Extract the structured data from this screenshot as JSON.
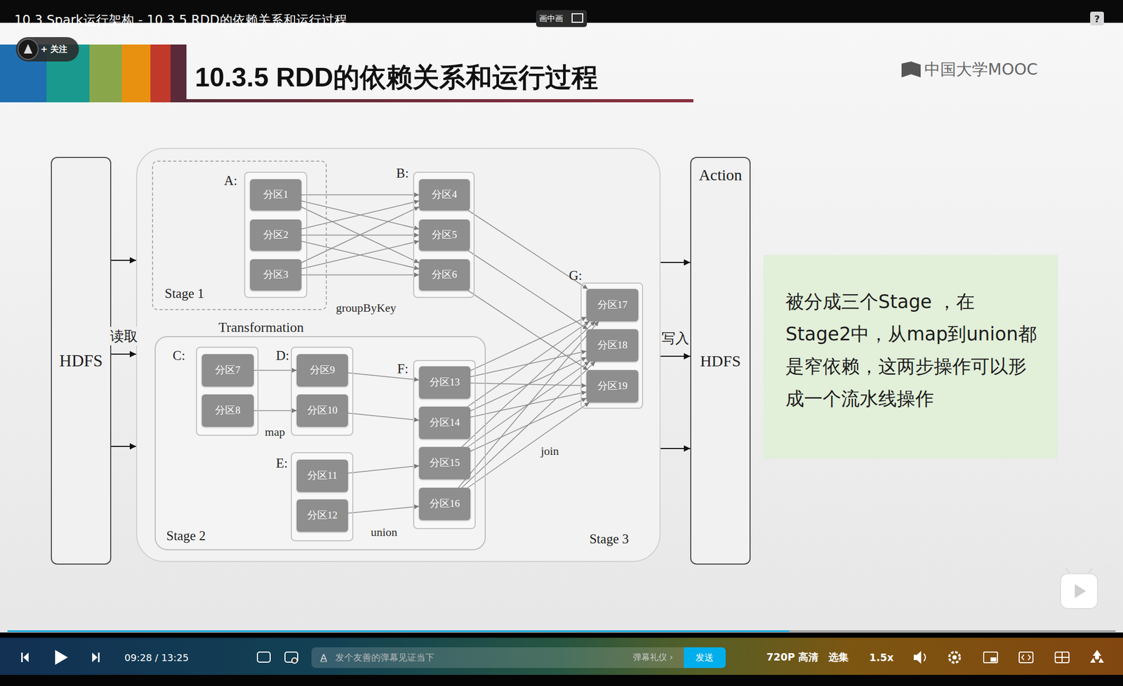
{
  "diagram": {
    "title": "10.3.5 RDD的依赖关系和运行过程",
    "nodes": [
      {
        "text": [
          "HDFS"
        ]
      },
      {
        "text": [
          "Stage 3"
        ]
      },
      {
        "text": [
          "Stage 1"
        ],
        "in": 1
      },
      {
        "text": [
          "A:"
        ],
        "in": 2
      },
      {
        "text": [
          "分区1"
        ],
        "in": 3
      },
      {
        "text": [
          "分区2"
        ],
        "in": 3
      },
      {
        "text": [
          "分区3"
        ],
        "in": 3
      },
      {
        "text": [
          "B:"
        ],
        "in": 1
      },
      {
        "text": [
          "分区4"
        ],
        "in": 7
      },
      {
        "text": [
          "分区5"
        ],
        "in": 7
      },
      {
        "text": [
          "分区6"
        ],
        "in": 7
      },
      {
        "text": [
          "Stage 2"
        ],
        "in": 1
      },
      {
        "text": [
          "C:"
        ],
        "in": 11
      },
      {
        "text": [
          "分区7"
        ],
        "in": 12
      },
      {
        "text": [
          "分区8"
        ],
        "in": 12
      },
      {
        "text": [
          "D:"
        ],
        "in": 11
      },
      {
        "text": [
          "分区9"
        ],
        "in": 15
      },
      {
        "text": [
          "分区10"
        ],
        "in": 15
      },
      {
        "text": [
          "E:"
        ],
        "in": 11
      },
      {
        "text": [
          "分区11"
        ],
        "in": 18
      },
      {
        "text": [
          "分区12"
        ],
        "in": 18
      },
      {
        "text": [
          "F:"
        ],
        "in": 11
      },
      {
        "text": [
          "分区13"
        ],
        "in": 21
      },
      {
        "text": [
          "分区14"
        ],
        "in": 21
      },
      {
        "text": [
          "分区15"
        ],
        "in": 21
      },
      {
        "text": [
          "分区16"
        ],
        "in": 21
      },
      {
        "text": [
          "G:"
        ],
        "in": 1
      },
      {
        "text": [
          "分区17"
        ],
        "in": 26
      },
      {
        "text": [
          "分区18"
        ],
        "in": 26
      },
      {
        "text": [
          "分区19"
        ],
        "in": 26
      },
      {
        "text": [
          "Action",
          "HDFS"
        ]
      },
      {
        "text": [
          "被分成三个Stage ，在Stage2中，从map到union都是窄依赖，这两步操作可以形成一个流水线操作"
        ]
      }
    ],
    "edges": [
      {
        "from": 0,
        "to": 1,
        "arrow": "to"
      },
      {
        "from": 0,
        "to": 1,
        "arrow": "to",
        "label": "读取"
      },
      {
        "from": 0,
        "to": 1,
        "arrow": "to"
      },
      {
        "from": 4,
        "to": 8,
        "arrow": "to"
      },
      {
        "from": 4,
        "to": 9,
        "arrow": "to"
      },
      {
        "from": 4,
        "to": 10,
        "arrow": "to"
      },
      {
        "from": 5,
        "to": 8,
        "arrow": "to"
      },
      {
        "from": 5,
        "to": 9,
        "arrow": "to"
      },
      {
        "from": 5,
        "to": 10,
        "arrow": "to"
      },
      {
        "from": 6,
        "to": 8,
        "arrow": "to"
      },
      {
        "from": 6,
        "to": 9,
        "arrow": "to"
      },
      {
        "from": 6,
        "to": 10,
        "arrow": "to"
      },
      {
        "from": 13,
        "to": 16,
        "arrow": "to"
      },
      {
        "from": 14,
        "to": 17,
        "arrow": "to"
      },
      {
        "from": 16,
        "to": 22,
        "arrow": "to"
      },
      {
        "from": 17,
        "to": 23,
        "arrow": "to"
      },
      {
        "from": 19,
        "to": 24,
        "arrow": "to"
      },
      {
        "from": 20,
        "to": 25,
        "arrow": "to"
      },
      {
        "from": 8,
        "to": 27,
        "arrow": "to"
      },
      {
        "from": 9,
        "to": 28,
        "arrow": "to"
      },
      {
        "from": 10,
        "to": 29,
        "arrow": "to"
      },
      {
        "from": 22,
        "to": 27,
        "arrow": "to"
      },
      {
        "from": 22,
        "to": 28,
        "arrow": "to"
      },
      {
        "from": 22,
        "to": 29,
        "arrow": "to"
      },
      {
        "from": 23,
        "to": 27,
        "arrow": "to"
      },
      {
        "from": 23,
        "to": 28,
        "arrow": "to"
      },
      {
        "from": 23,
        "to": 29,
        "arrow": "to"
      },
      {
        "from": 24,
        "to": 27,
        "arrow": "to"
      },
      {
        "from": 24,
        "to": 28,
        "arrow": "to"
      },
      {
        "from": 24,
        "to": 29,
        "arrow": "to"
      },
      {
        "from": 25,
        "to": 27,
        "arrow": "to"
      },
      {
        "from": 25,
        "to": 28,
        "arrow": "to"
      },
      {
        "from": 25,
        "to": 29,
        "arrow": "to"
      },
      {
        "from": 1,
        "to": 30,
        "arrow": "to"
      },
      {
        "from": 1,
        "to": 30,
        "arrow": "to",
        "label": "写入"
      },
      {
        "from": 1,
        "to": 30,
        "arrow": "to"
      }
    ],
    "labels": [
      "10.3 Spark运行架构 - 10.3.5 RDD的依赖关系和运行过程",
      "画中画",
      "+ 关注",
      "中国大学MOOC",
      "?",
      "groupByKey",
      "Transformation",
      "map",
      "union",
      "join",
      "09:28 / 13:25",
      "A",
      "发个友善的弹幕见证当下",
      "弹幕礼仪 ›",
      "发送",
      "720P 高清",
      "选集",
      "1.5x"
    ]
  }
}
